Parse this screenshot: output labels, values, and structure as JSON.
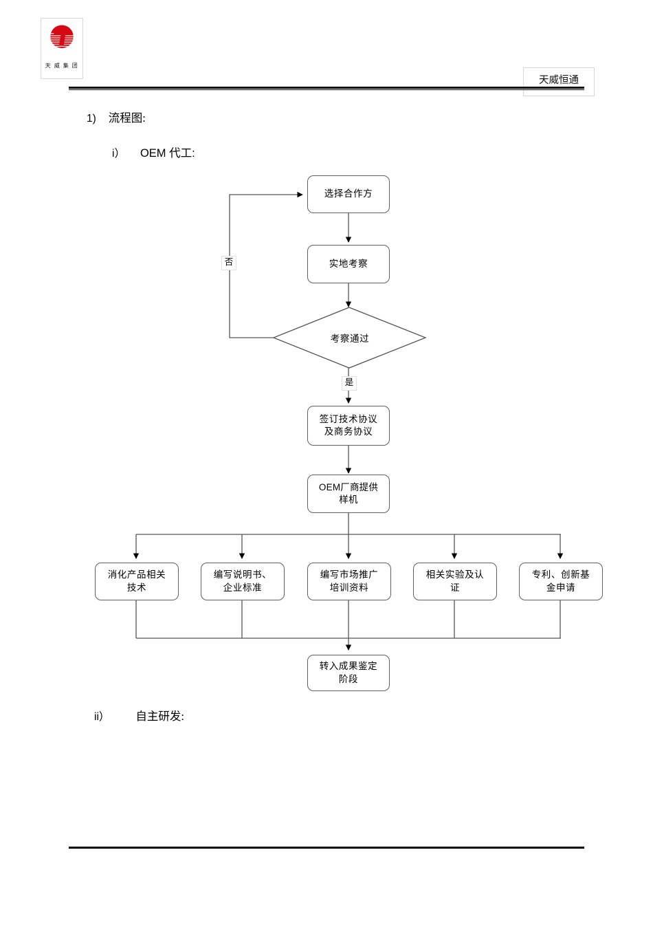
{
  "document": {
    "header": {
      "logo_text": "天 威 集 团",
      "logo_icon": "tianwei-group-logo",
      "logo_color": "#d60812",
      "right_label": "天威恒通"
    },
    "body": {
      "item_1_marker": "1)",
      "item_1_text": "流程图:",
      "item_i_marker": "i）",
      "item_i_text": "OEM 代工:",
      "item_ii_marker": "ii）",
      "item_ii_text": "自主研发:"
    }
  },
  "chart_data": {
    "type": "diagram",
    "title": "OEM 代工流程图",
    "nodes": [
      {
        "id": "n1",
        "label": "选择合作方",
        "shape": "rounded-rect"
      },
      {
        "id": "n2",
        "label": "实地考察",
        "shape": "rounded-rect"
      },
      {
        "id": "n3",
        "label": "考察通过",
        "shape": "diamond"
      },
      {
        "id": "n4",
        "label": "签订技术协议\n及商务协议",
        "line1": "签订技术协议",
        "line2": "及商务协议",
        "shape": "rounded-rect"
      },
      {
        "id": "n5",
        "label": "OEM厂商提供样机",
        "line1": "OEM厂商提供",
        "line2": "样机",
        "shape": "rounded-rect"
      },
      {
        "id": "n6",
        "label": "消化产品相关技术",
        "line1": "消化产品相关",
        "line2": "技术",
        "shape": "rounded-rect"
      },
      {
        "id": "n7",
        "label": "编写说明书、企业标准",
        "line1": "编写说明书、",
        "line2": "企业标准",
        "shape": "rounded-rect"
      },
      {
        "id": "n8",
        "label": "编写市场推广培训资料",
        "line1": "编写市场推广",
        "line2": "培训资料",
        "shape": "rounded-rect"
      },
      {
        "id": "n9",
        "label": "相关实验及认证",
        "line1": "相关实验及认",
        "line2": "证",
        "shape": "rounded-rect"
      },
      {
        "id": "n10",
        "label": "专利、创新基金申请",
        "line1": "专利、创新基",
        "line2": "金申请",
        "shape": "rounded-rect"
      },
      {
        "id": "n11",
        "label": "转入成果鉴定阶段",
        "line1": "转入成果鉴定",
        "line2": "阶段",
        "shape": "rounded-rect"
      }
    ],
    "edges": [
      {
        "from": "n1",
        "to": "n2",
        "label": ""
      },
      {
        "from": "n2",
        "to": "n3",
        "label": ""
      },
      {
        "from": "n3",
        "to": "n1",
        "label": "否"
      },
      {
        "from": "n3",
        "to": "n4",
        "label": "是"
      },
      {
        "from": "n4",
        "to": "n5",
        "label": ""
      },
      {
        "from": "n5",
        "to": "n6",
        "label": ""
      },
      {
        "from": "n5",
        "to": "n7",
        "label": ""
      },
      {
        "from": "n5",
        "to": "n8",
        "label": ""
      },
      {
        "from": "n5",
        "to": "n9",
        "label": ""
      },
      {
        "from": "n5",
        "to": "n10",
        "label": ""
      },
      {
        "from": "n6",
        "to": "n11",
        "label": ""
      },
      {
        "from": "n7",
        "to": "n11",
        "label": ""
      },
      {
        "from": "n8",
        "to": "n11",
        "label": ""
      },
      {
        "from": "n9",
        "to": "n11",
        "label": ""
      },
      {
        "from": "n10",
        "to": "n11",
        "label": ""
      }
    ],
    "edge_labels": {
      "no": "否",
      "yes": "是"
    },
    "colors": {
      "stroke": "#5f5f5f",
      "arrow": "#000000",
      "background": "#ffffff"
    }
  }
}
